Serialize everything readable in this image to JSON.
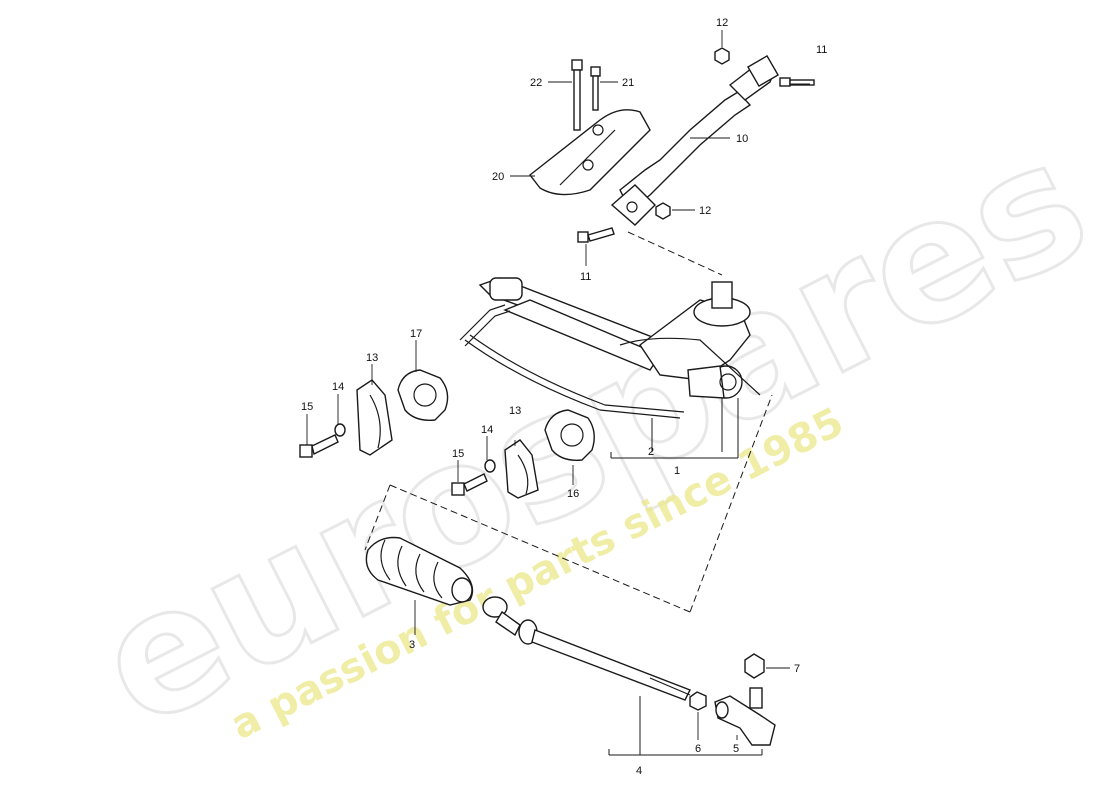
{
  "watermark": {
    "brand": "eurospares",
    "tagline": "a passion for parts since 1985"
  },
  "callouts": {
    "c1": "1",
    "c2": "2",
    "c3": "3",
    "c4": "4",
    "c5": "5",
    "c6": "6",
    "c7": "7",
    "c10": "10",
    "c11_top": "11",
    "c11_mid": "11",
    "c12_top": "12",
    "c12_mid": "12",
    "c13_left": "13",
    "c13_right": "13",
    "c14_left": "14",
    "c14_right": "14",
    "c15_left": "15",
    "c15_right": "15",
    "c16": "16",
    "c17": "17",
    "c20": "20",
    "c21": "21",
    "c22": "22"
  }
}
